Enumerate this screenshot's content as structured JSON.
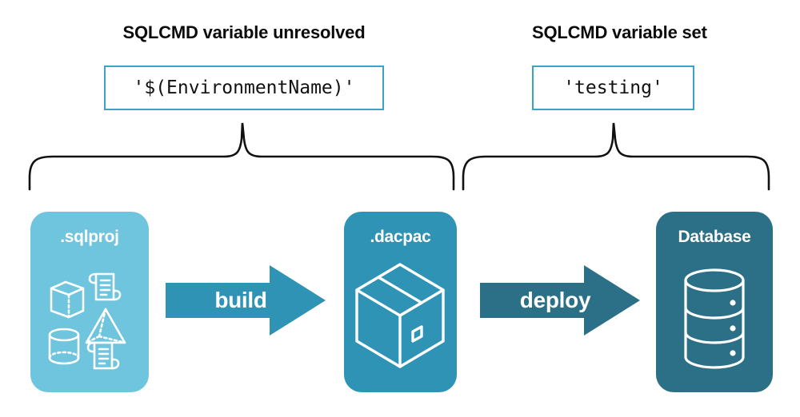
{
  "headings": {
    "left": "SQLCMD variable unresolved",
    "right": "SQLCMD variable set"
  },
  "value_boxes": {
    "left": "'$(EnvironmentName)'",
    "right": "'testing'"
  },
  "cards": [
    {
      "label": ".sqlproj",
      "color": "#6fc5de",
      "art": "sql-objects-icon"
    },
    {
      "label": ".dacpac",
      "color": "#2e93b4",
      "art": "package-box-icon"
    },
    {
      "label": "Database",
      "color": "#2b7087",
      "art": "database-cylinder-icon"
    }
  ],
  "arrows": [
    {
      "label": "build",
      "color": "#2e93b4"
    },
    {
      "label": "deploy",
      "color": "#2b7087"
    }
  ],
  "colors": {
    "light_blue": "#6fc5de",
    "medium_teal": "#2e93b4",
    "dark_teal": "#2b7087",
    "box_border": "#3ba3c4",
    "brace_stroke": "#111111",
    "background": "#ffffff",
    "text_dark": "#0b0b0b",
    "text_light": "#ffffff"
  }
}
